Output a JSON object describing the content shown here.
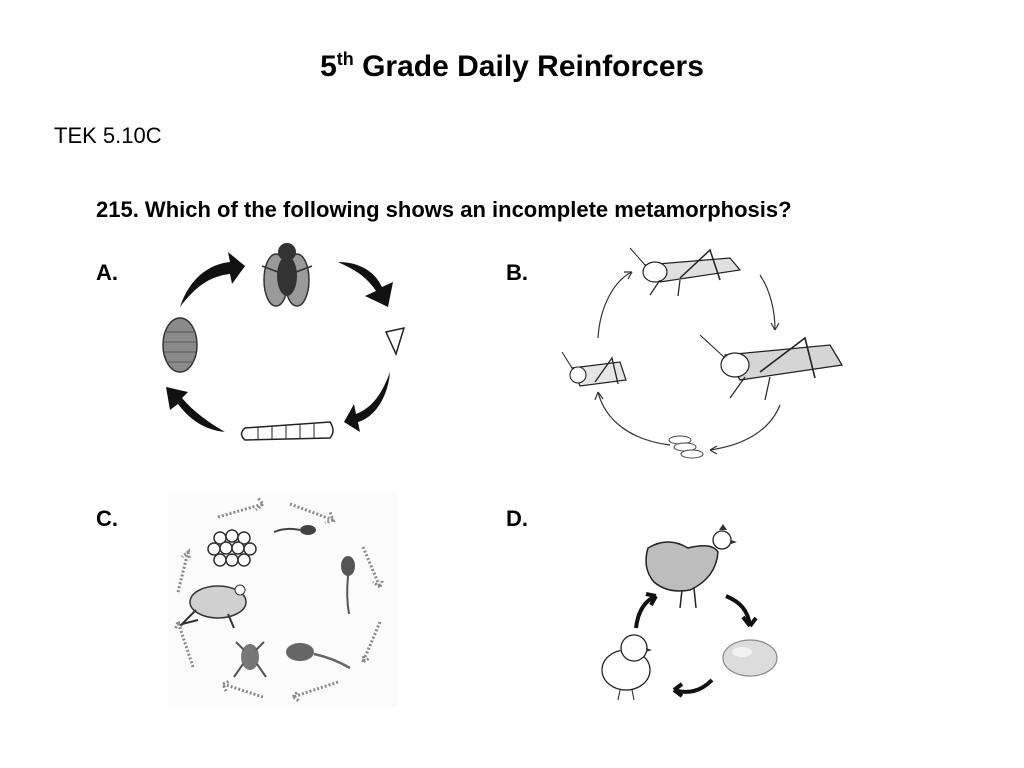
{
  "slide": {
    "title": {
      "number": "5",
      "superscript": "th",
      "rest": " Grade Daily Reinforcers"
    },
    "tek": "TEK 5.10C",
    "question": "215. Which of the following shows an incomplete metamorphosis?"
  },
  "options": [
    {
      "label": "A.",
      "depicts": "fly life cycle: adult fly, egg, larva, pupa"
    },
    {
      "label": "B.",
      "depicts": "grasshopper life cycle: adult, eggs, nymph"
    },
    {
      "label": "C.",
      "depicts": "frog life cycle: eggs, tadpole, froglet, frog"
    },
    {
      "label": "D.",
      "depicts": "chicken life cycle: hen, egg, chick"
    }
  ],
  "icons": [
    "fly-icon",
    "egg-icon",
    "larva-icon",
    "pupa-icon",
    "grasshopper-icon",
    "nymph-icon",
    "frog-eggs-icon",
    "tadpole-icon",
    "froglet-icon",
    "frog-icon",
    "hen-icon",
    "chick-icon",
    "cycle-arrow-icon"
  ]
}
